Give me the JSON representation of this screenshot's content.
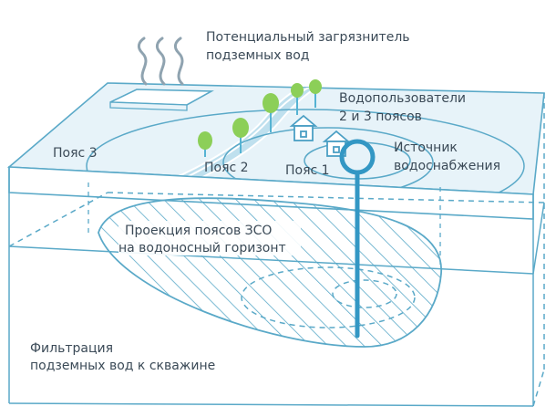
{
  "labels": {
    "pollutant_line1": "Потенциальный загрязнитель",
    "pollutant_line2": "подземных вод",
    "users_line1": "Водопользователи",
    "users_line2": "2 и 3 поясов",
    "source_line1": "Источник",
    "source_line2": "водоснабжения",
    "zone3": "Пояс 3",
    "zone2": "Пояс 2",
    "zone1": "Пояс 1",
    "projection_line1": "Проекция поясов ЗСО",
    "projection_line2": "на водоносный горизонт",
    "filtration_line1": "Фильтрация",
    "filtration_line2": "подземных вод к скважине"
  },
  "colors": {
    "line": "#5aa9c8",
    "surface_fill": "#e7f3f9",
    "river": "#bfe0ee",
    "tree": "#8ccf58",
    "trunk": "#55b3d3",
    "well": "#3397c4",
    "house": "#4a9fc4",
    "text": "#3b4a57"
  }
}
